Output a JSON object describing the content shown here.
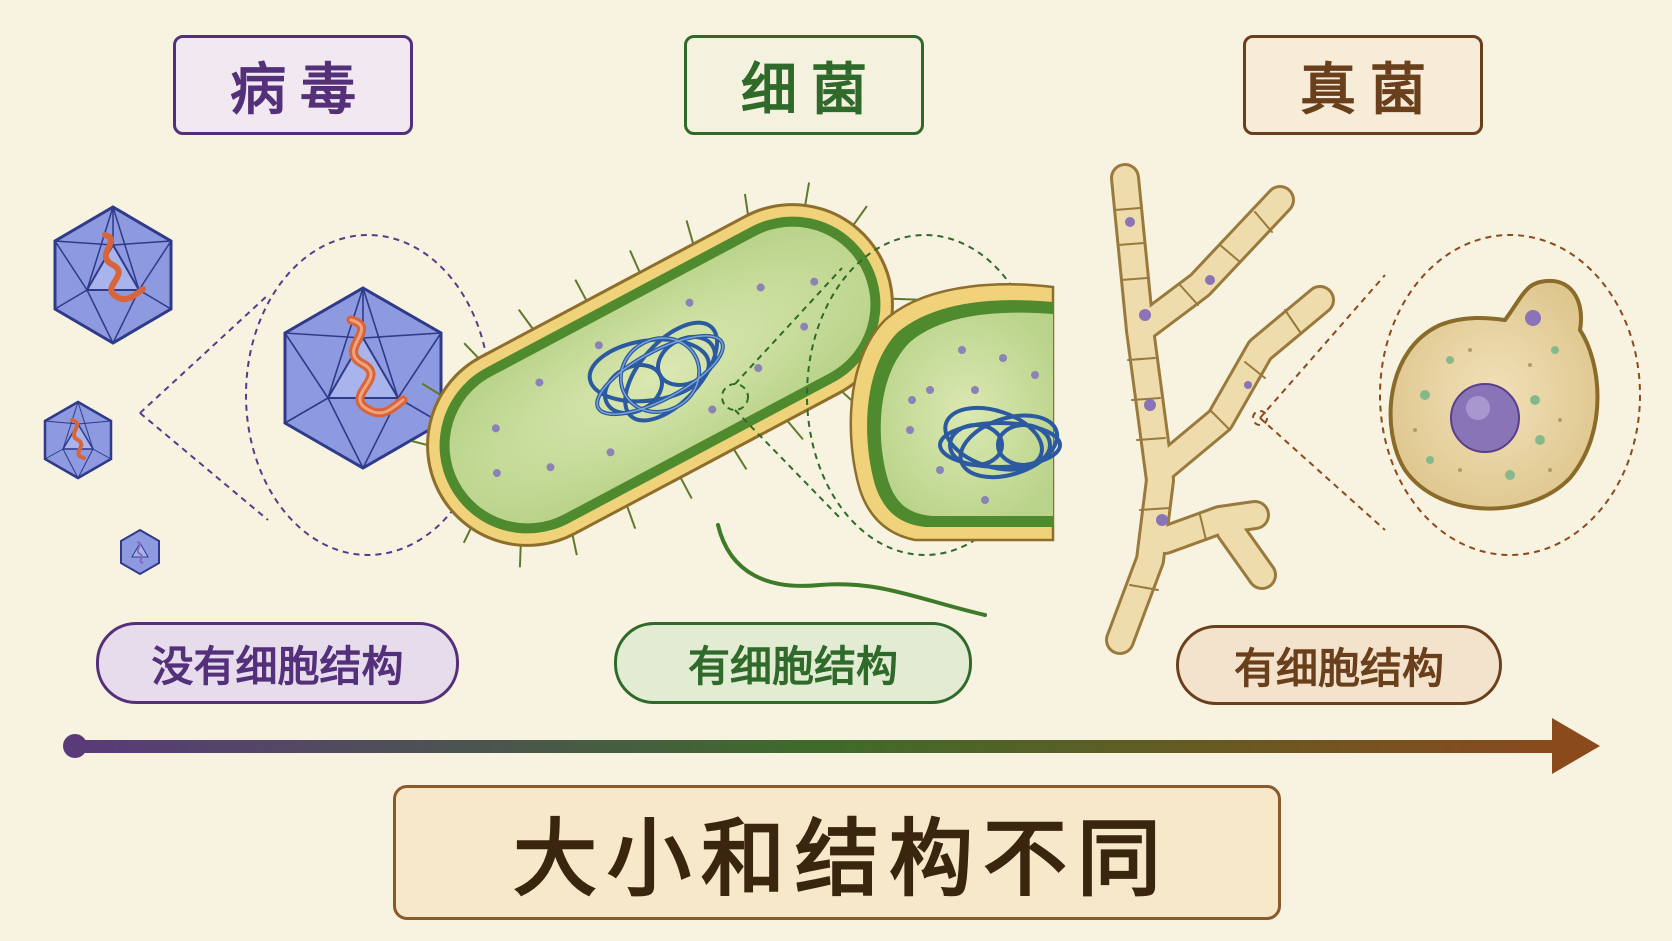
{
  "groups": [
    {
      "title": "病毒",
      "structure": "没有细胞结构",
      "color": "#54307a",
      "tint": "#f1e8f1",
      "pill_tint": "#e6dcec"
    },
    {
      "title": "细菌",
      "structure": "有细胞结构",
      "color": "#2f6a2a",
      "tint": "#f4f1df",
      "pill_tint": "#e2ecd2"
    },
    {
      "title": "真菌",
      "structure": "有细胞结构",
      "color": "#6a3f1c",
      "tint": "#f6ecd8",
      "pill_tint": "#f3e3cc"
    }
  ],
  "conclusion": "大小和结构不同",
  "conclusion_color": "#3a250f",
  "conclusion_border": "#8b5a2b",
  "conclusion_bg": "#f6e8c8",
  "arrow_colors": [
    "#5a3a7a",
    "#3f6b2a",
    "#8a4a1c"
  ]
}
